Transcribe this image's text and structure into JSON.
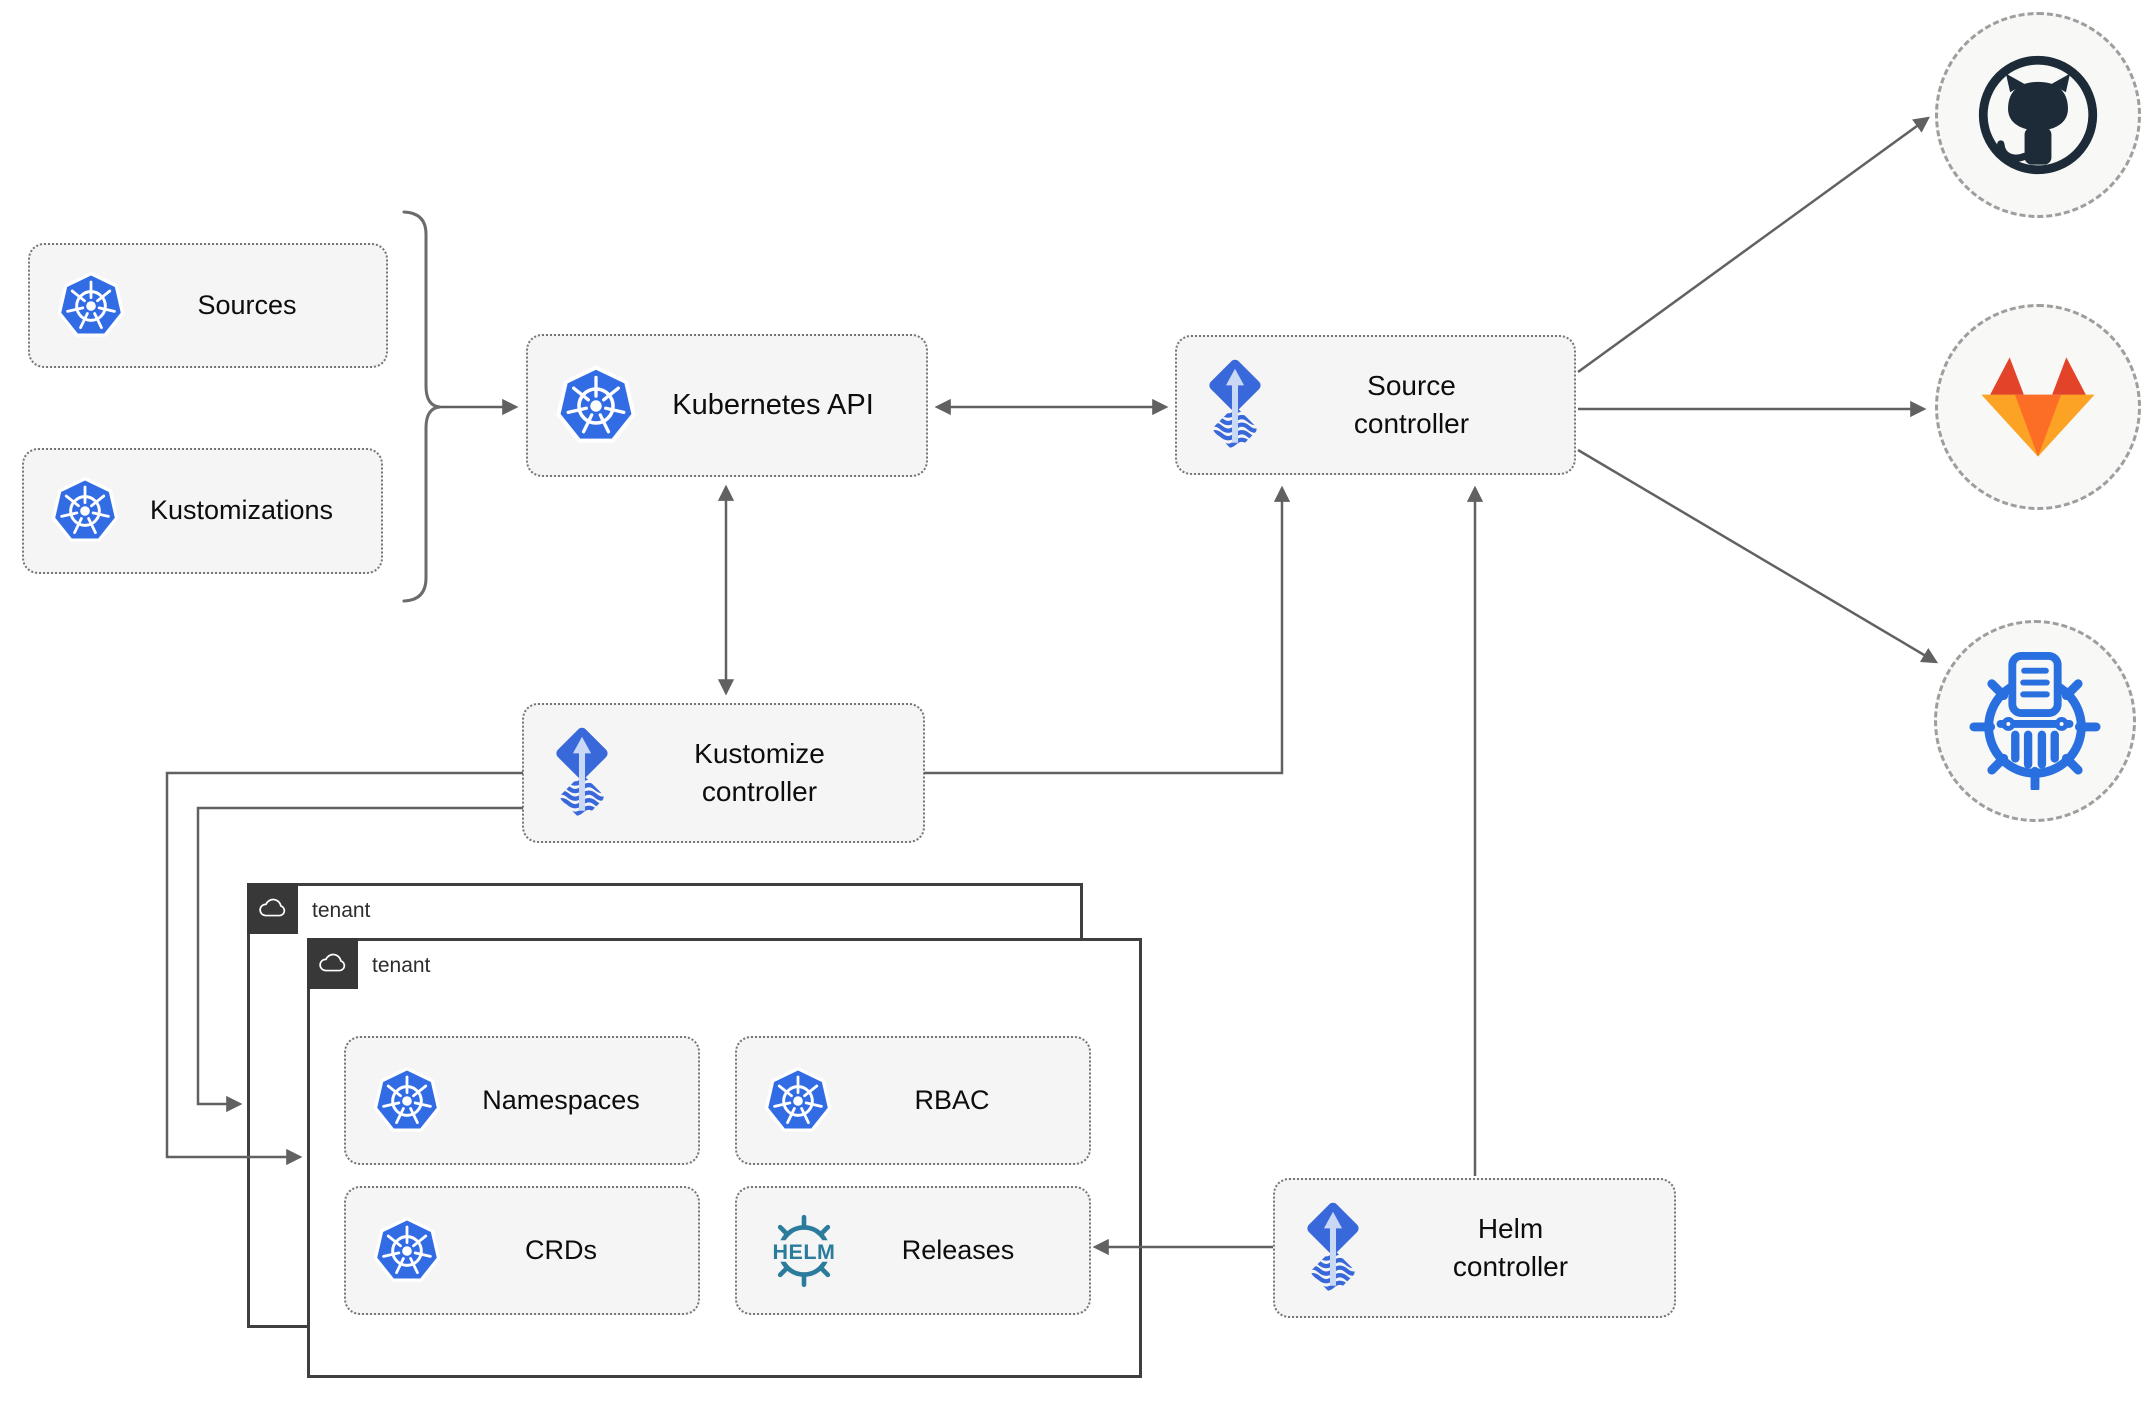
{
  "nodes": {
    "sources": {
      "label": "Sources"
    },
    "kustomizations": {
      "label": "Kustomizations"
    },
    "kubernetes_api": {
      "label": "Kubernetes API"
    },
    "source_controller": {
      "line1": "Source",
      "line2": "controller"
    },
    "kustomize_controller": {
      "line1": "Kustomize",
      "line2": "controller"
    },
    "helm_controller": {
      "line1": "Helm",
      "line2": "controller"
    },
    "namespaces": {
      "label": "Namespaces"
    },
    "rbac": {
      "label": "RBAC"
    },
    "crds": {
      "label": "CRDs"
    },
    "releases": {
      "label": "Releases"
    }
  },
  "tenants": {
    "back": {
      "label": "tenant"
    },
    "front": {
      "label": "tenant"
    }
  },
  "logos": {
    "helm_text": "HELM",
    "kubernetes": "kubernetes-logo",
    "flux": "flux-logo",
    "helm": "helm-logo",
    "cloud": "cloud-icon",
    "github": "github-logo",
    "gitlab": "gitlab-logo",
    "helm_repository": "helm-chart-repository-logo"
  },
  "edges": [
    {
      "from": "sources-and-kustomizations-bracket",
      "to": "kubernetes-api",
      "style": "arrow"
    },
    {
      "from": "kubernetes-api",
      "to": "source-controller",
      "style": "double-arrow"
    },
    {
      "from": "kubernetes-api",
      "to": "kustomize-controller",
      "style": "double-arrow"
    },
    {
      "from": "kustomize-controller",
      "to": "source-controller",
      "style": "arrow"
    },
    {
      "from": "helm-controller",
      "to": "source-controller",
      "style": "arrow"
    },
    {
      "from": "source-controller",
      "to": "github",
      "style": "arrow"
    },
    {
      "from": "source-controller",
      "to": "gitlab",
      "style": "arrow"
    },
    {
      "from": "source-controller",
      "to": "helm-repository",
      "style": "arrow"
    },
    {
      "from": "kustomize-controller",
      "to": "tenant-back",
      "style": "arrow"
    },
    {
      "from": "kustomize-controller",
      "to": "tenant-front",
      "style": "arrow"
    },
    {
      "from": "helm-controller",
      "to": "releases",
      "style": "arrow"
    }
  ],
  "colors": {
    "kubernetes_blue": "#326ce5",
    "flux_blue": "#3968db",
    "flux_arrow_light": "#c9d8f4",
    "helm_teal": "#2b7b9c",
    "github_dark": "#1d2b38",
    "gitlab_red": "#e24329",
    "gitlab_orange": "#fc6d26",
    "gitlab_amber": "#fca326",
    "chart_repo_blue": "#2a6fe0",
    "line_gray": "#616161",
    "node_bg": "#f5f5f5",
    "tenant_border": "#3f3f3f",
    "circle_bg": "#f8f9f6"
  }
}
